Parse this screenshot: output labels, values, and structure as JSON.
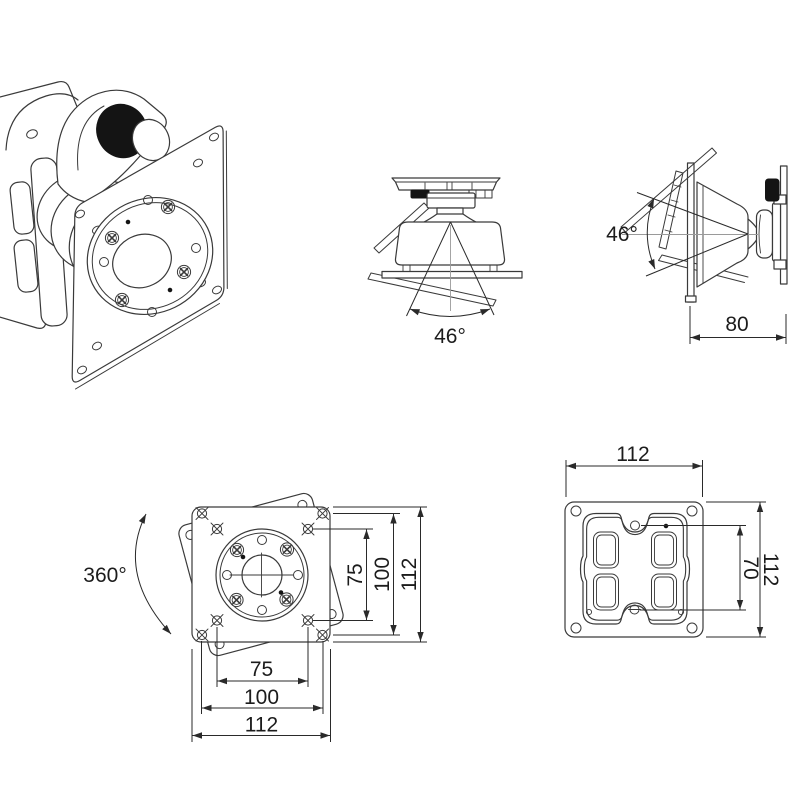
{
  "colors": {
    "background": "#ffffff",
    "line": "#3a3a3a",
    "dimension": "#2a2a2a",
    "text": "#1c1c1c",
    "knob": "#141414",
    "centerline": "#9a9a9a"
  },
  "views": {
    "top": {
      "swivel_angle_label": "46°"
    },
    "side": {
      "tilt_angle_label": "46°",
      "depth_mm": "80"
    },
    "front": {
      "rotation_label": "360°",
      "vertical_dims": {
        "inner": "75",
        "middle": "100",
        "outer": "112"
      },
      "horizontal_dims": {
        "inner": "75",
        "middle": "100",
        "outer": "112"
      }
    },
    "back": {
      "top_width": "112",
      "right_height": "112",
      "hole_spacing": "70"
    }
  }
}
